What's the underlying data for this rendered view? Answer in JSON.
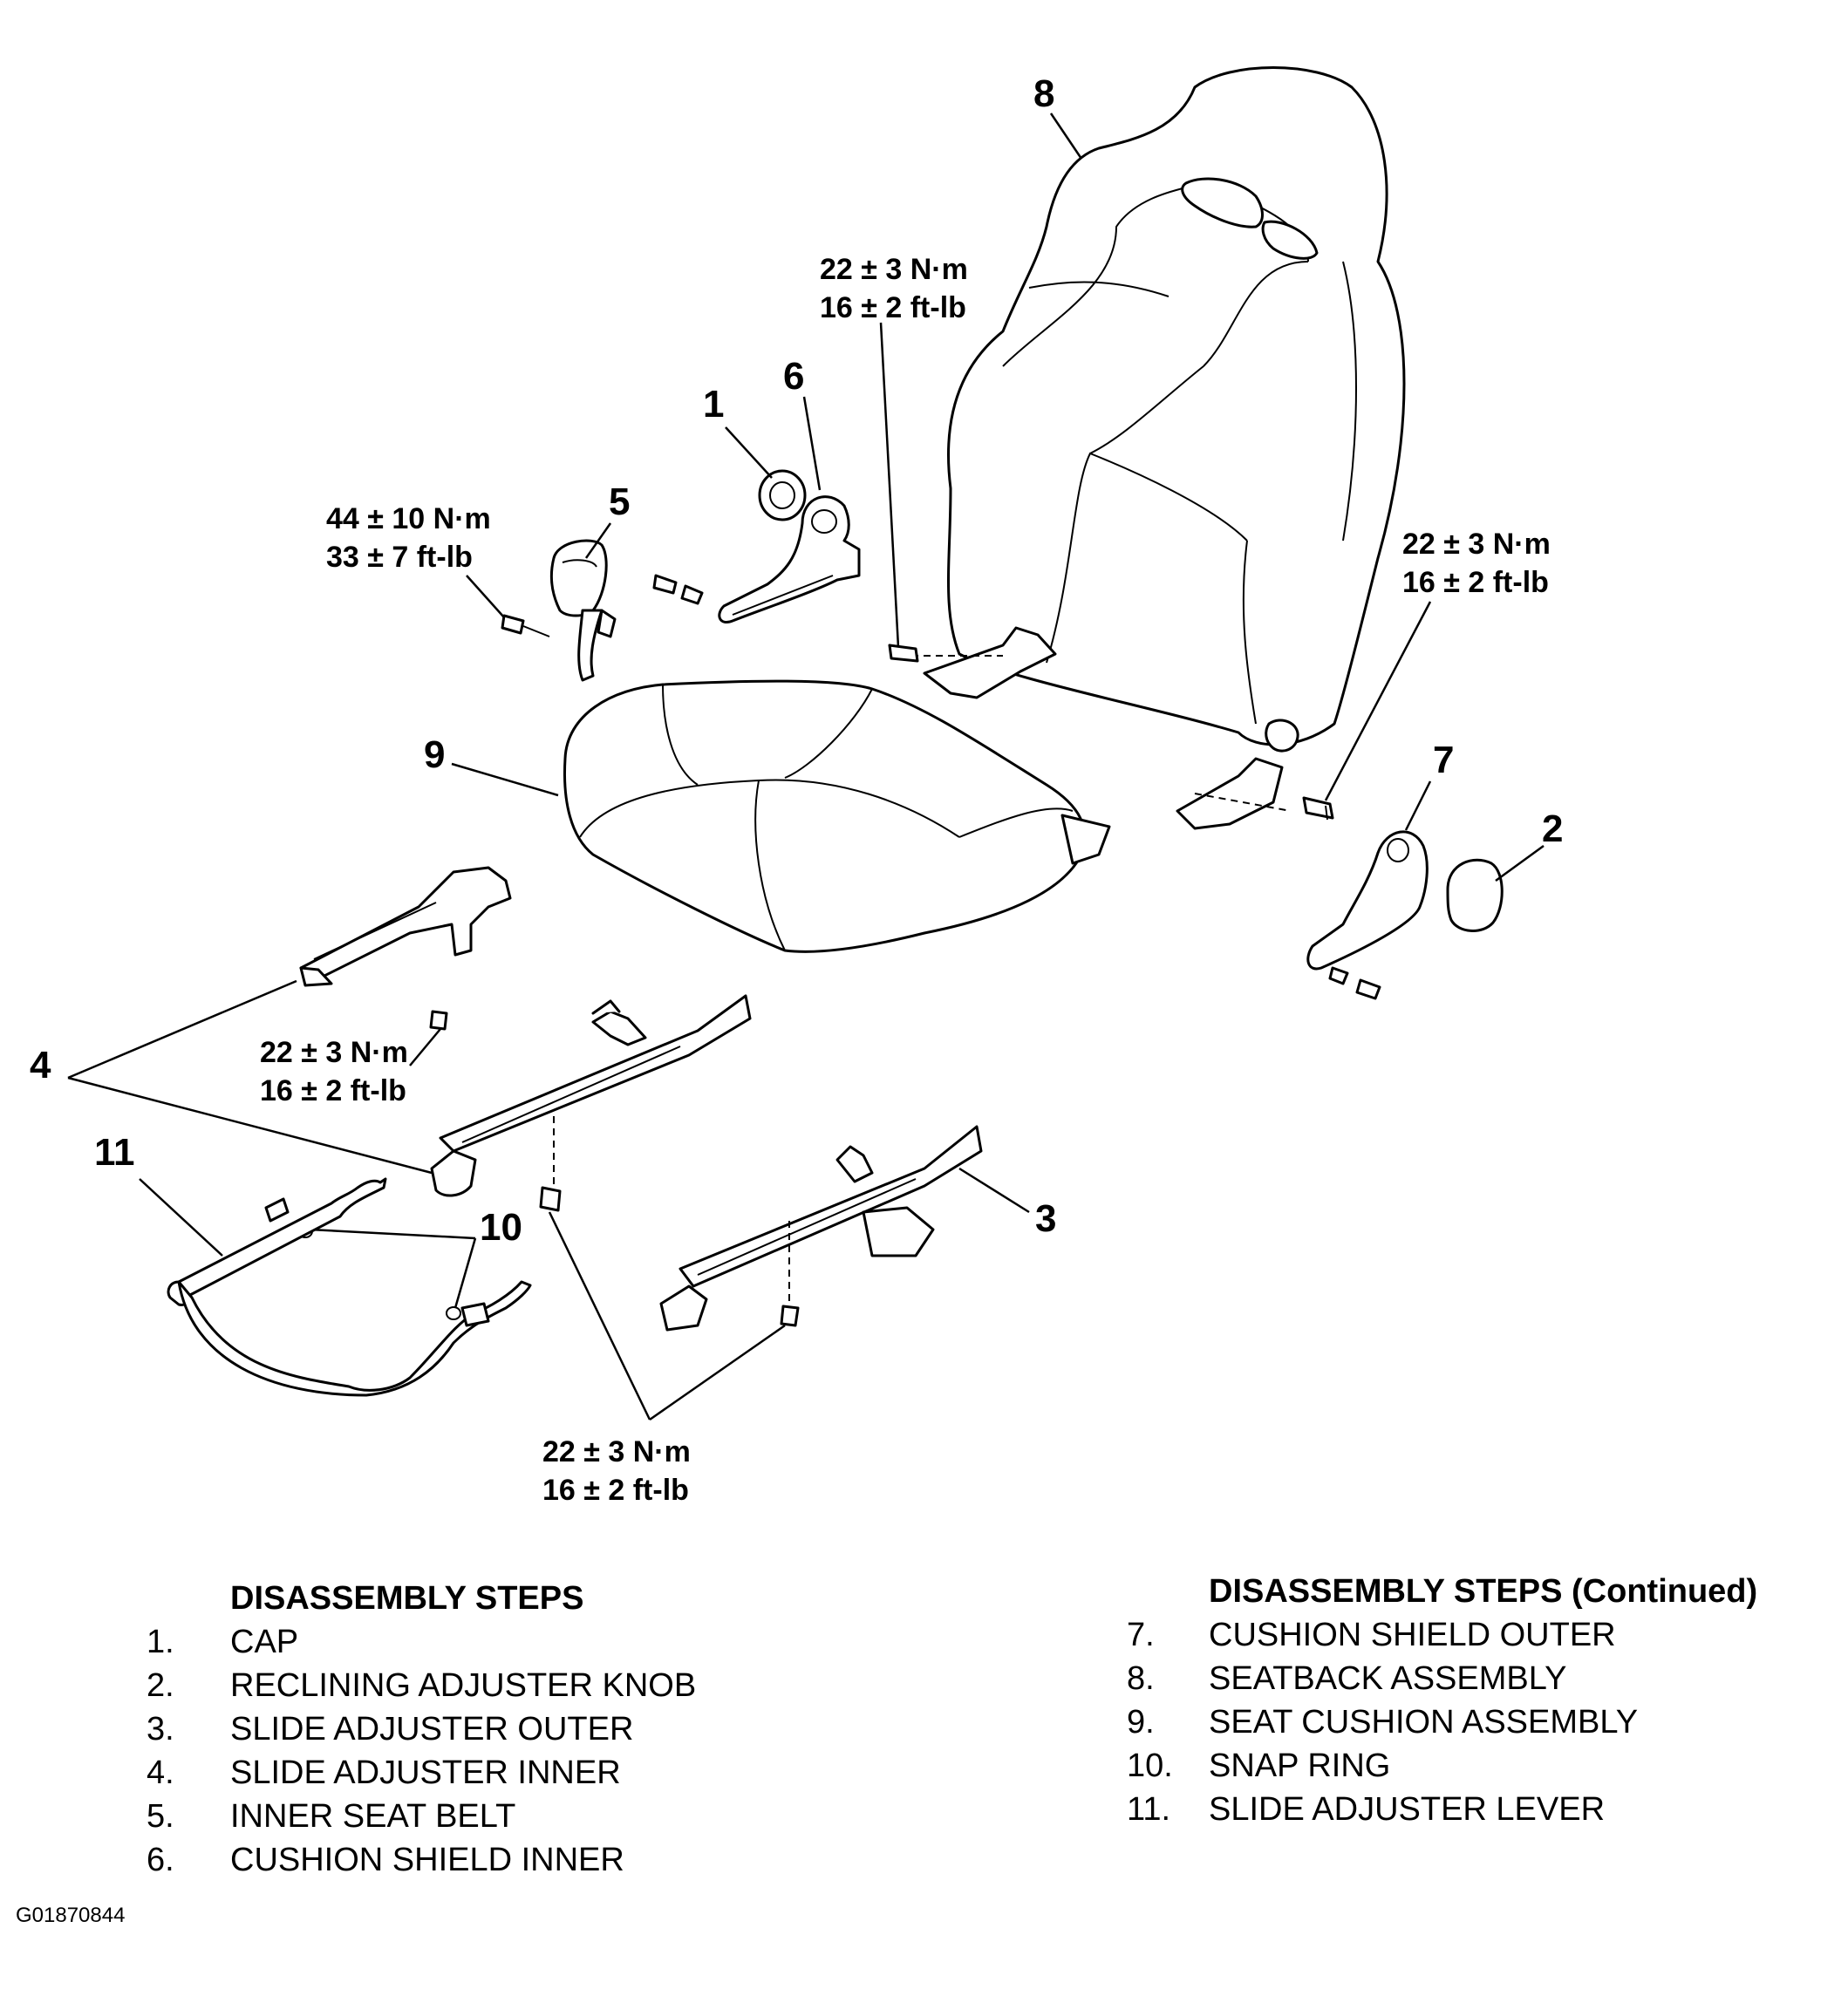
{
  "diagram": {
    "callouts": {
      "c1": "1",
      "c2": "2",
      "c3": "3",
      "c4": "4",
      "c5": "5",
      "c6": "6",
      "c7": "7",
      "c8": "8",
      "c9": "9",
      "c10": "10",
      "c11": "11"
    },
    "torques": {
      "seatback_left": [
        "22 ± 3 N·m",
        "16 ± 2 ft-lb"
      ],
      "seat_belt": [
        "44 ± 10 N·m",
        "33 ± 7 ft-lb"
      ],
      "seatback_right": [
        "22 ± 3 N·m",
        "16 ± 2 ft-lb"
      ],
      "slide_inner": [
        "22 ± 3 N·m",
        "16 ± 2 ft-lb"
      ],
      "slide_bottom": [
        "22 ± 3 N·m",
        "16 ± 2 ft-lb"
      ]
    }
  },
  "steps_left": {
    "heading": "DISASSEMBLY STEPS",
    "items": [
      {
        "num": "1.",
        "label": "CAP"
      },
      {
        "num": "2.",
        "label": "RECLINING ADJUSTER KNOB"
      },
      {
        "num": "3.",
        "label": "SLIDE ADJUSTER OUTER"
      },
      {
        "num": "4.",
        "label": "SLIDE ADJUSTER INNER"
      },
      {
        "num": "5.",
        "label": "INNER SEAT BELT"
      },
      {
        "num": "6.",
        "label": "CUSHION SHIELD INNER"
      }
    ]
  },
  "steps_right": {
    "heading": "DISASSEMBLY STEPS (Continued)",
    "items": [
      {
        "num": "7.",
        "label": "CUSHION SHIELD OUTER"
      },
      {
        "num": "8.",
        "label": "SEATBACK ASSEMBLY"
      },
      {
        "num": "9.",
        "label": "SEAT CUSHION ASSEMBLY"
      },
      {
        "num": "10.",
        "label": "SNAP RING"
      },
      {
        "num": "11.",
        "label": "SLIDE ADJUSTER LEVER"
      }
    ]
  },
  "figure_code": "G01870844"
}
